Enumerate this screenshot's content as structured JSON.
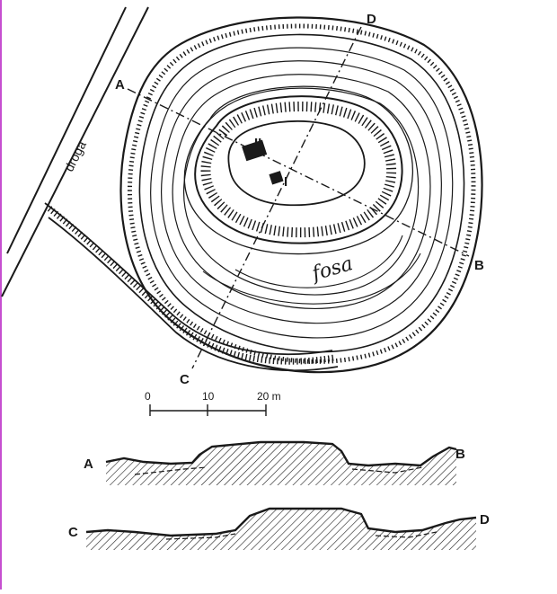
{
  "labels": {
    "section_a": "A",
    "section_b": "B",
    "section_c": "C",
    "section_d": "D",
    "trench_1": "I",
    "trench_2": "II",
    "road": "droga",
    "moat": "fosa"
  },
  "scale_bar": {
    "ticks": [
      "0",
      "10",
      "20 m"
    ]
  },
  "profiles": [
    {
      "start": "A",
      "end": "B"
    },
    {
      "start": "C",
      "end": "D"
    }
  ]
}
